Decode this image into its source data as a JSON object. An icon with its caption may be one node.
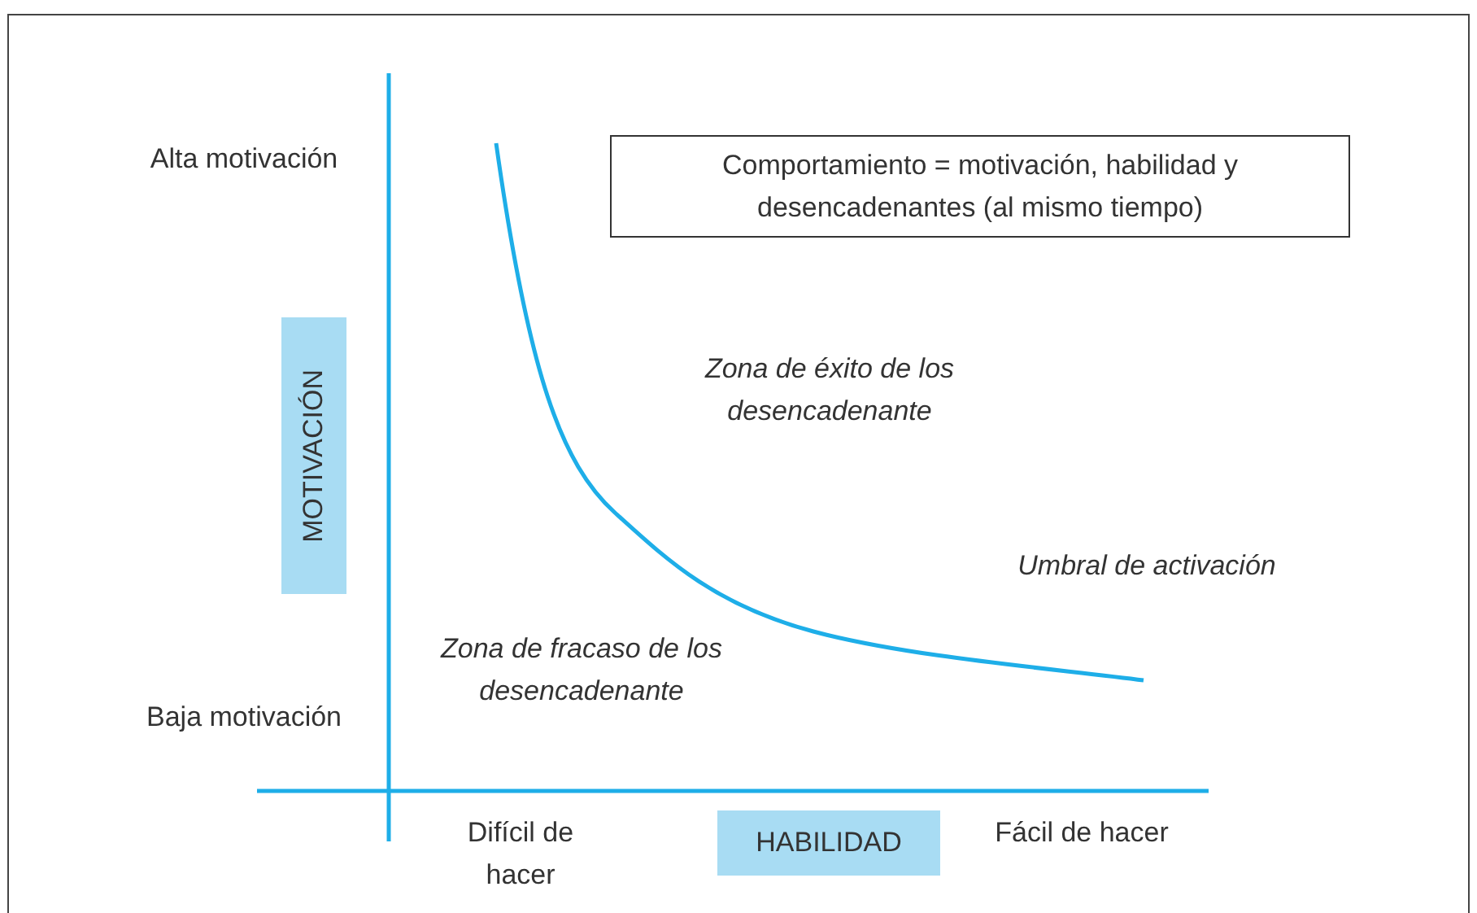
{
  "diagram": {
    "nodes": [
      {
        "text": [
          "Comportamiento = motivación, habilidad y desencadenantes (al mismo tiempo)"
        ]
      },
      {
        "text": [
          "MOTIVACIÓN"
        ]
      },
      {
        "text": [
          "HABILIDAD"
        ]
      }
    ],
    "labels": [
      "Alta motivación",
      "Zona de éxito de los desencadenante",
      "Umbral de activación",
      "Zona de fracaso de los desencadenante",
      "Baja motivación",
      "Difícil de hacer",
      "Fácil de hacer"
    ]
  }
}
